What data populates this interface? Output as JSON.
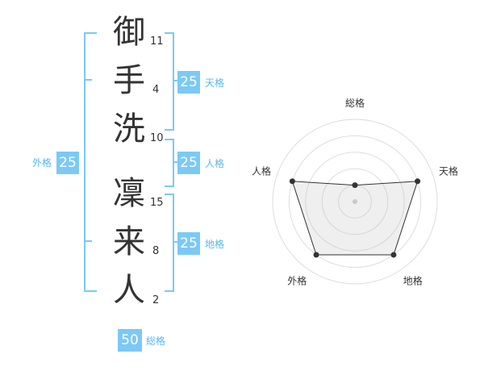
{
  "name_chars": [
    {
      "char": "御",
      "strokes": "11"
    },
    {
      "char": "手",
      "strokes": "4"
    },
    {
      "char": "洗",
      "strokes": "10"
    },
    {
      "char": "凜",
      "strokes": "15"
    },
    {
      "char": "来",
      "strokes": "8"
    },
    {
      "char": "人",
      "strokes": "2"
    }
  ],
  "fortunes": {
    "tenkaku": {
      "value": "25",
      "label": "天格"
    },
    "jinkaku": {
      "value": "25",
      "label": "人格"
    },
    "chikaku": {
      "value": "25",
      "label": "地格"
    },
    "gaikaku": {
      "value": "25",
      "label": "外格"
    },
    "soukaku": {
      "value": "50",
      "label": "総格"
    }
  },
  "colors": {
    "accent": "#7cc9f5",
    "accent_text": "#58b7ee"
  },
  "chart_data": {
    "type": "radar",
    "axes": [
      "総格",
      "天格",
      "地格",
      "外格",
      "人格"
    ],
    "values": [
      1,
      4,
      4,
      4,
      4
    ],
    "max": 5
  }
}
